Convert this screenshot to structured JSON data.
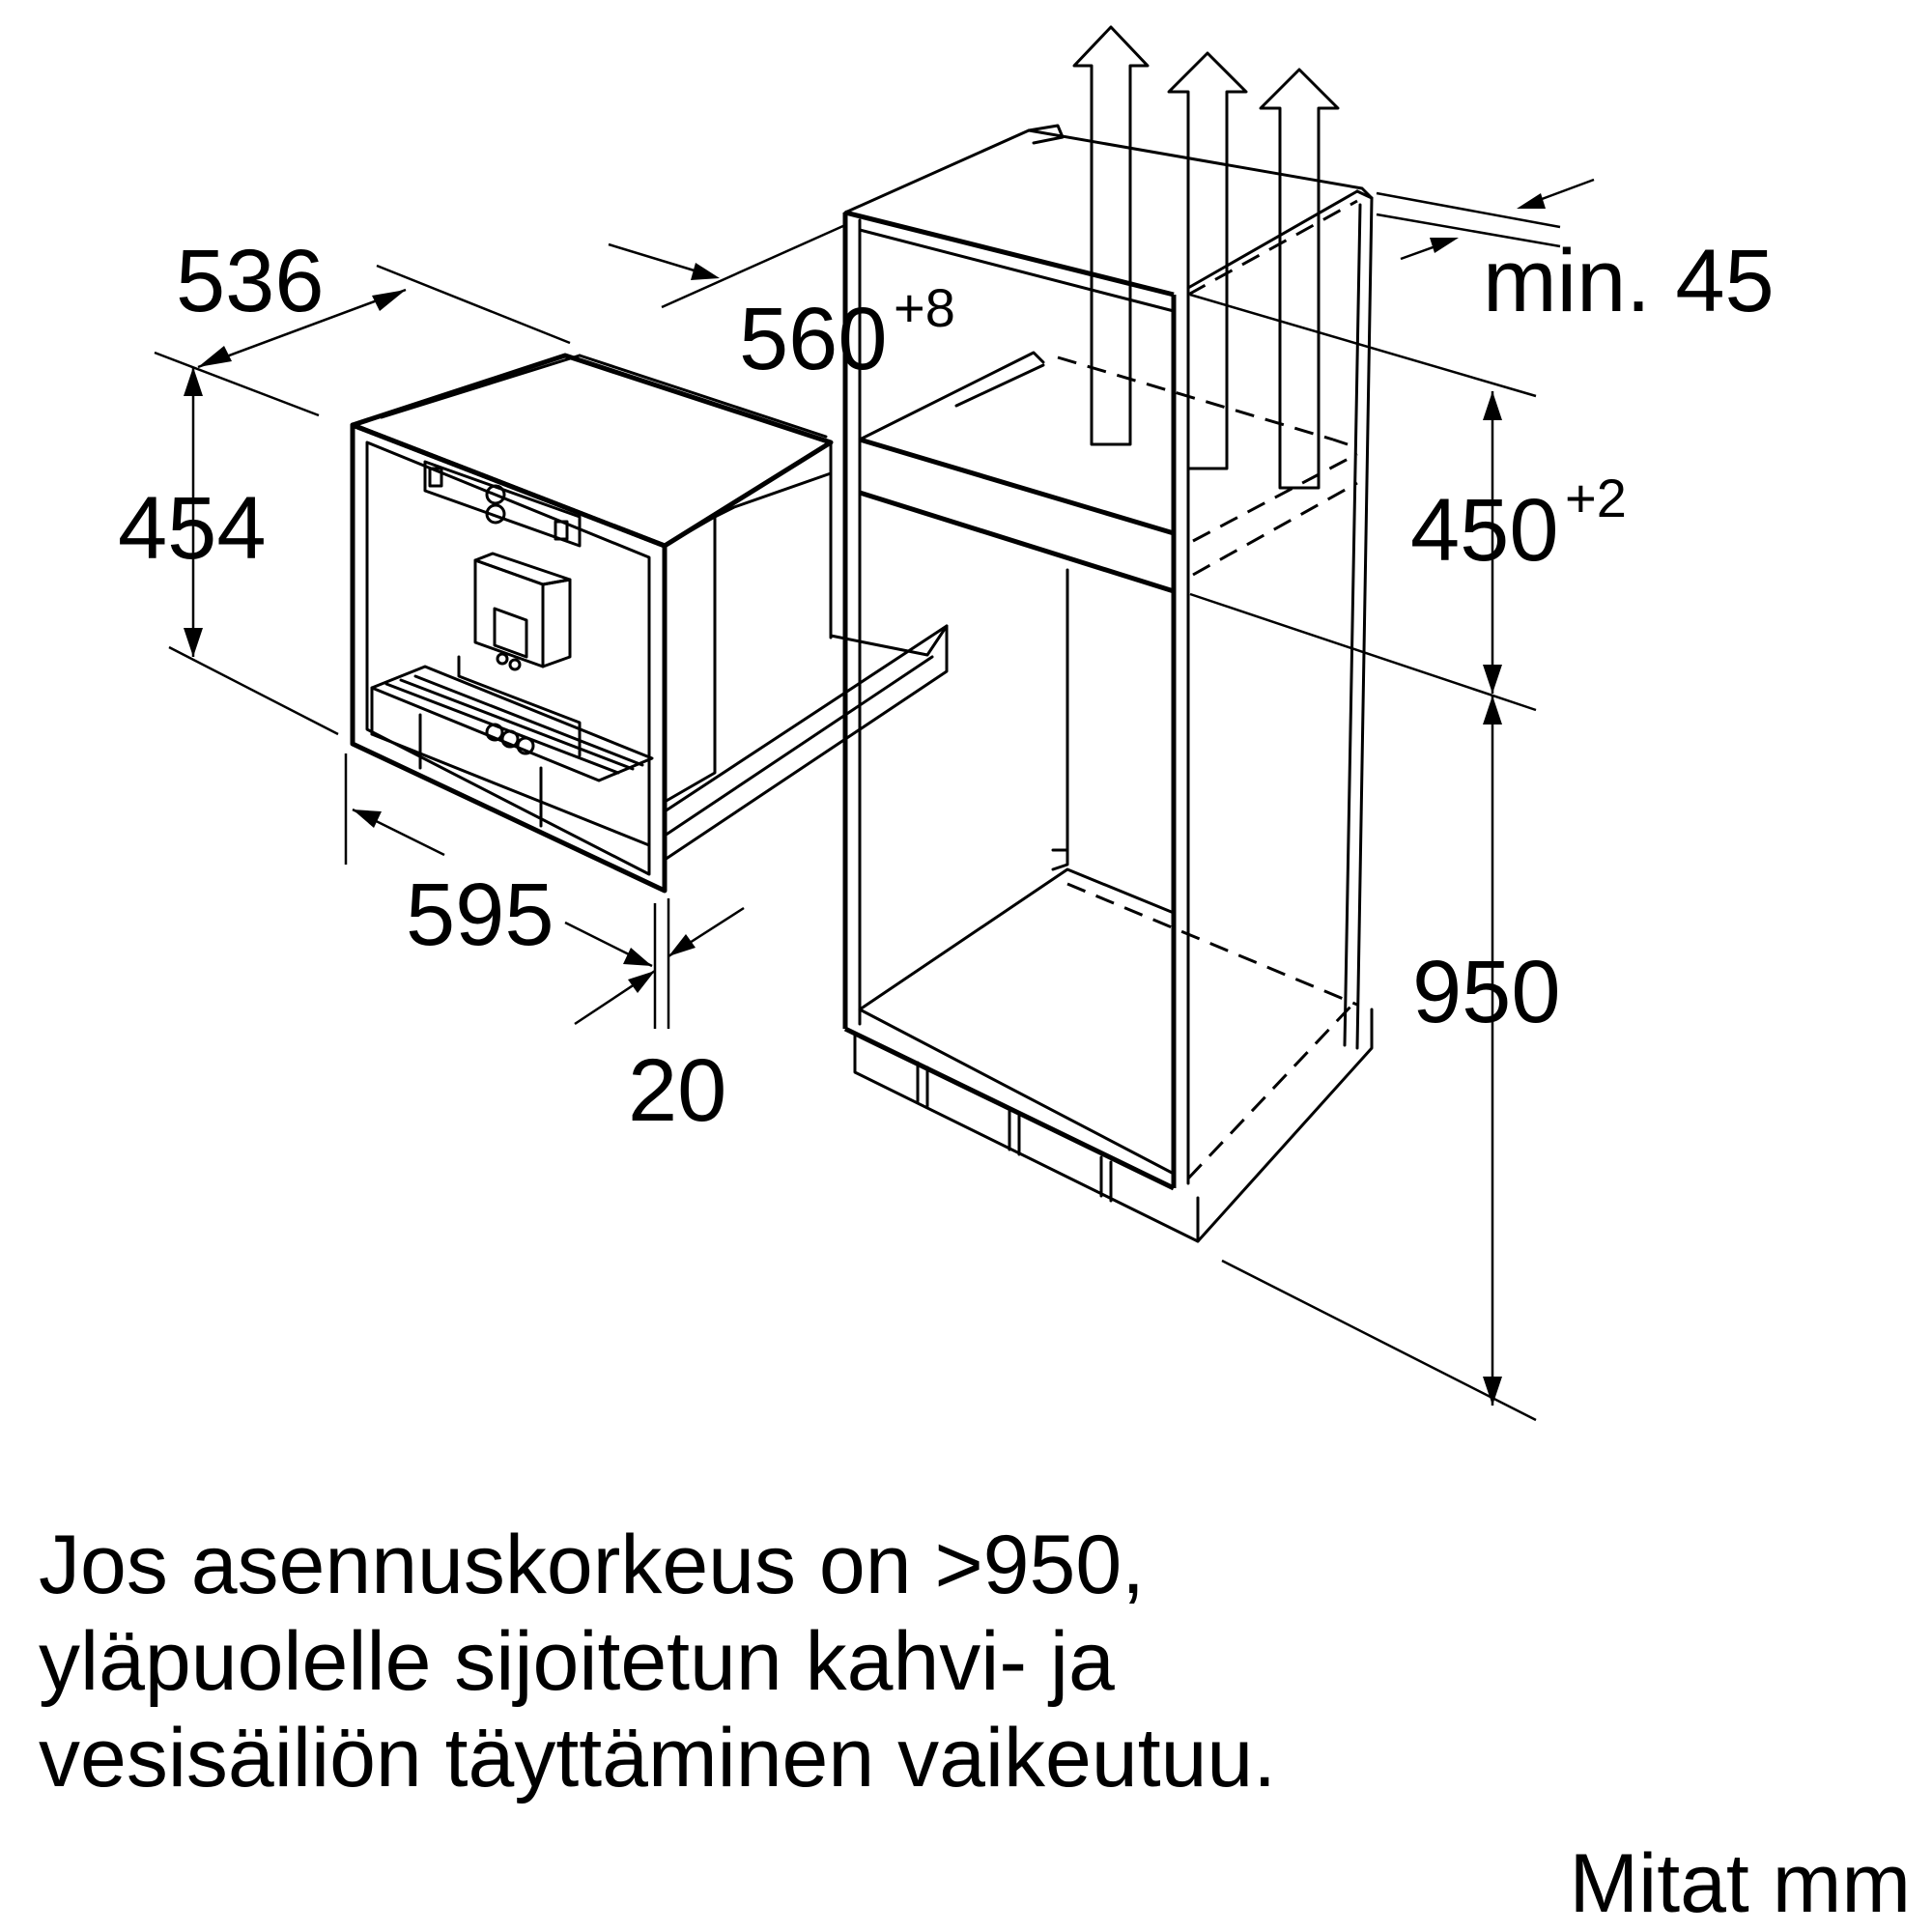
{
  "dimensions": {
    "appliance_depth": "536",
    "appliance_height": "454",
    "appliance_width": "595",
    "front_offset": "20",
    "niche_width": "560",
    "niche_width_tol": "+8",
    "niche_height": "450",
    "niche_height_tol": "+2",
    "ventilation_gap": "min. 45",
    "install_height": "950"
  },
  "note": {
    "lines": [
      "Jos asennuskorkeus on >950,",
      "yläpuolelle sijoitetun kahvi- ja",
      "vesisäiliön täyttäminen vaikeutuu."
    ]
  },
  "units": "Mitat mm"
}
